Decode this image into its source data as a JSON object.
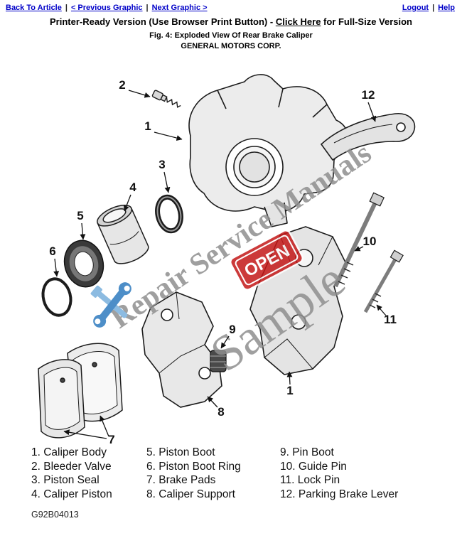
{
  "nav": {
    "back_to_article": "Back To Article",
    "previous_graphic": "< Previous Graphic",
    "next_graphic": "Next Graphic >",
    "logout": "Logout",
    "help": "Help",
    "separator": "|"
  },
  "header": {
    "line_prefix": "Printer-Ready Version (Use Browser Print Button) - ",
    "link": "Click Here",
    "line_suffix": " for Full-Size Version",
    "figure_title": "Fig. 4: Exploded View Of Rear Brake Caliper",
    "manufacturer": "GENERAL MOTORS CORP."
  },
  "diagram": {
    "callouts": {
      "c1a": "1",
      "c1b": "1",
      "c2": "2",
      "c3": "3",
      "c4": "4",
      "c5": "5",
      "c6": "6",
      "c7": "7",
      "c8": "8",
      "c9": "9",
      "c10": "10",
      "c11": "11",
      "c12": "12"
    },
    "watermark": {
      "line": "Repair Service Manuals",
      "sample": "Sample",
      "open_sign": "OPEN"
    },
    "figure_code": "G92B04013"
  },
  "legend": {
    "column1": [
      "1. Caliper Body",
      "2. Bleeder Valve",
      "3. Piston Seal",
      "4. Caliper Piston"
    ],
    "column2": [
      "5. Piston Boot",
      "6. Piston Boot Ring",
      "7. Brake Pads",
      "8. Caliper Support"
    ],
    "column3": [
      "9. Pin Boot",
      "10. Guide Pin",
      "11. Lock Pin",
      "12. Parking Brake Lever"
    ]
  },
  "colors": {
    "link_blue": "#0000c8",
    "watermark_gray": "#8f8f8f",
    "open_sign_red": "#c41818",
    "tool_blue": "#2e7bbf"
  }
}
